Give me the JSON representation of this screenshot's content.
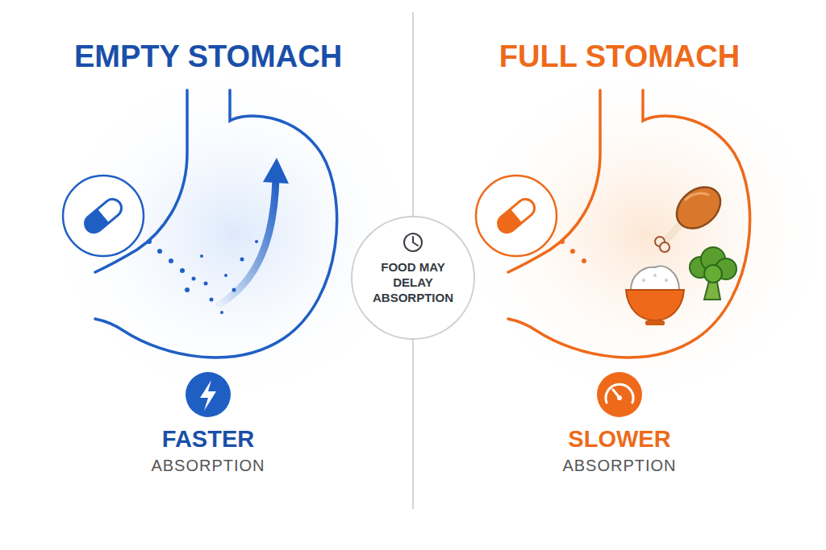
{
  "diagram": {
    "nodes": [
      {
        "text": [
          "FOOD MAY DELAY ABSORPTION"
        ]
      }
    ],
    "labels": [
      "EMPTY STOMACH",
      "FULL STOMACH",
      "FASTER",
      "ABSORPTION",
      "SLOWER",
      "ABSORPTION"
    ]
  }
}
